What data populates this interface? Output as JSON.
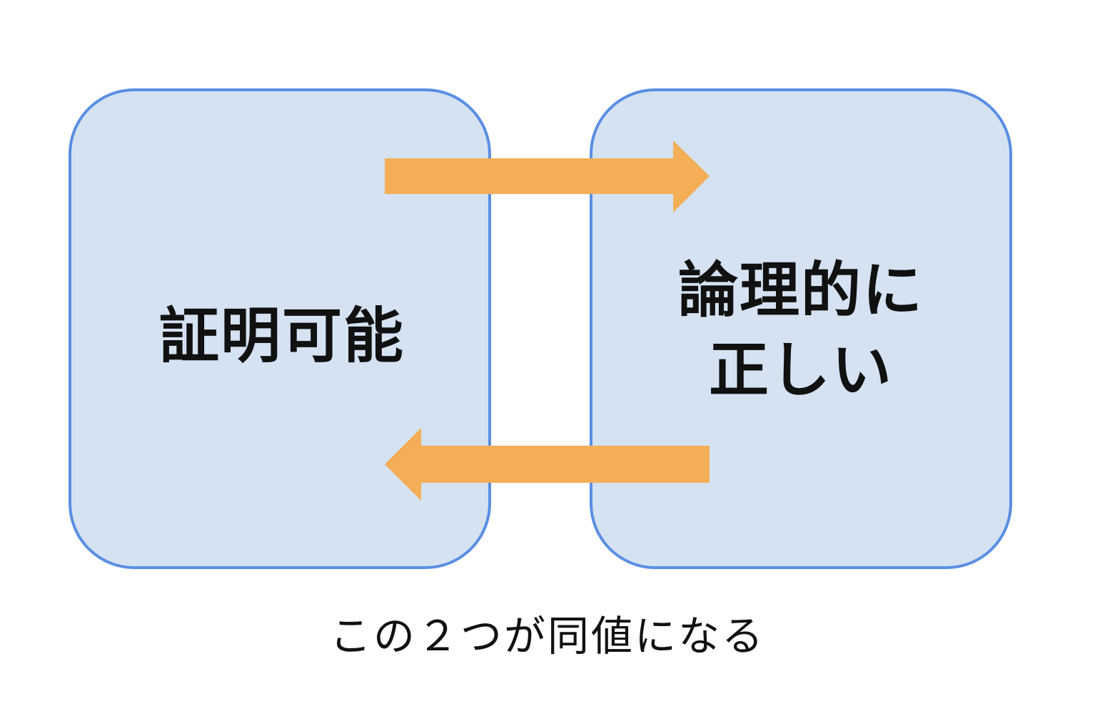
{
  "diagram": {
    "left_box": {
      "label": "証明可能"
    },
    "right_box": {
      "label": "論理的に\n正しい"
    },
    "caption": "この２つが同値になる",
    "colors": {
      "box_fill": "#d4e2f2",
      "box_border": "#5a8ee3",
      "arrow": "#f3ae57",
      "text": "#111111"
    }
  }
}
